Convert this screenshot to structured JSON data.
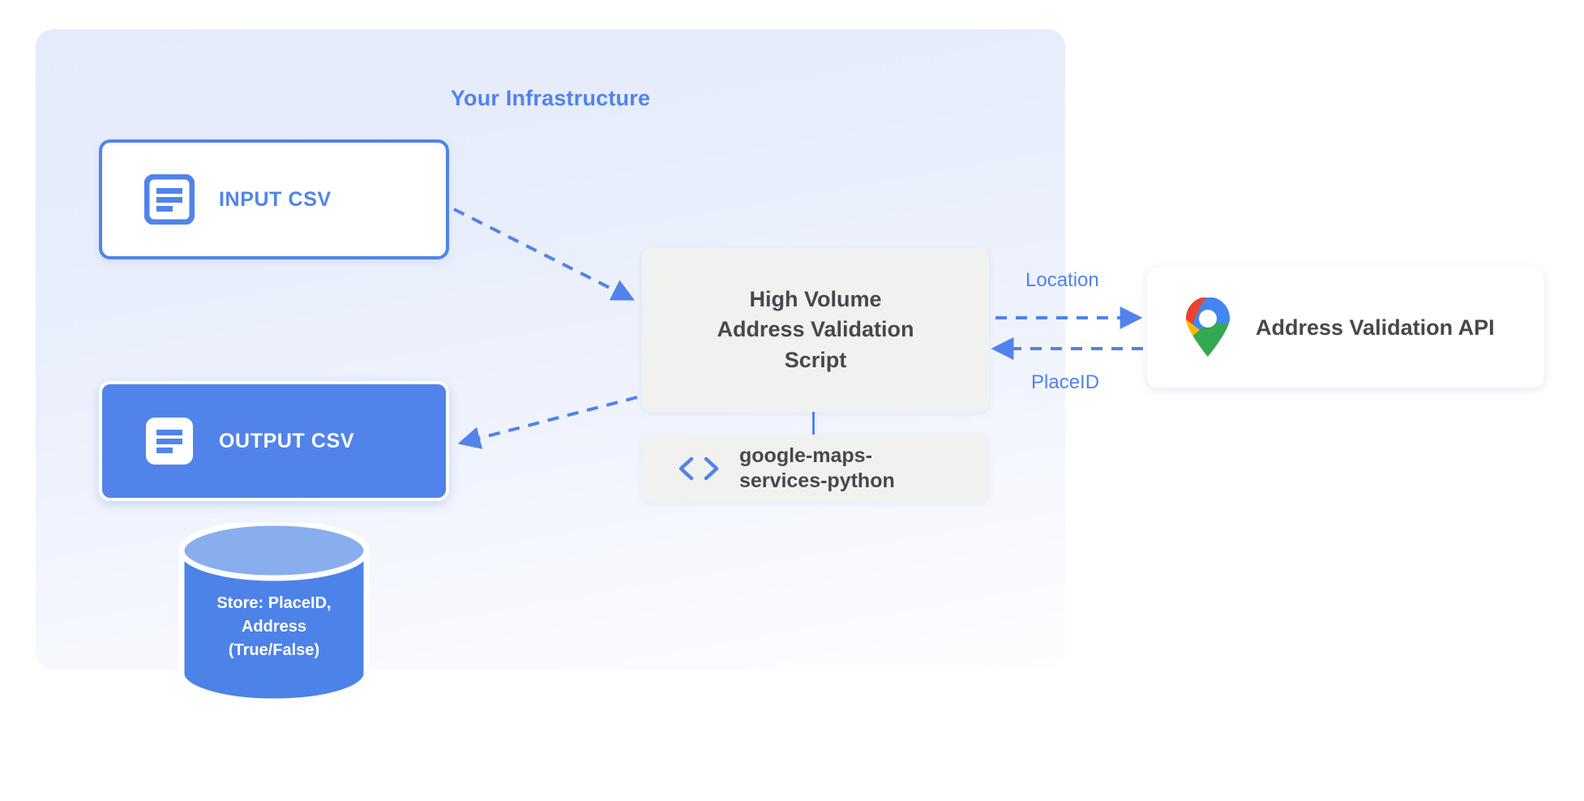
{
  "panel": {
    "title": "Your Infrastructure"
  },
  "nodes": {
    "input_csv": {
      "label": "INPUT CSV",
      "icon": "document-icon"
    },
    "output_csv": {
      "label": "OUTPUT CSV",
      "icon": "document-icon"
    },
    "script": {
      "line1": "High Volume",
      "line2": "Address Validation",
      "line3": "Script"
    },
    "library": {
      "line1": "google-maps-",
      "line2": "services-python",
      "icon": "code-brackets-icon"
    },
    "api": {
      "label": "Address Validation API",
      "icon": "google-maps-pin-icon"
    },
    "database": {
      "line1": "Store: PlaceID,",
      "line2": "Address",
      "line3": "(True/False)",
      "icon": "database-cylinder-icon"
    }
  },
  "edges": {
    "location_label": "Location",
    "placeid_label": "PlaceID"
  },
  "colors": {
    "accent_blue": "#5183ea",
    "panel_bg": "#e5ebfa",
    "box_gray": "#f1f1f0",
    "text_dark": "#46494c",
    "cylinder_top": "#89aeee",
    "cylinder_body": "#4d82e8",
    "maps_blue": "#4285f4",
    "maps_red": "#ea4335",
    "maps_yellow": "#fbbc04",
    "maps_green": "#34a853"
  }
}
